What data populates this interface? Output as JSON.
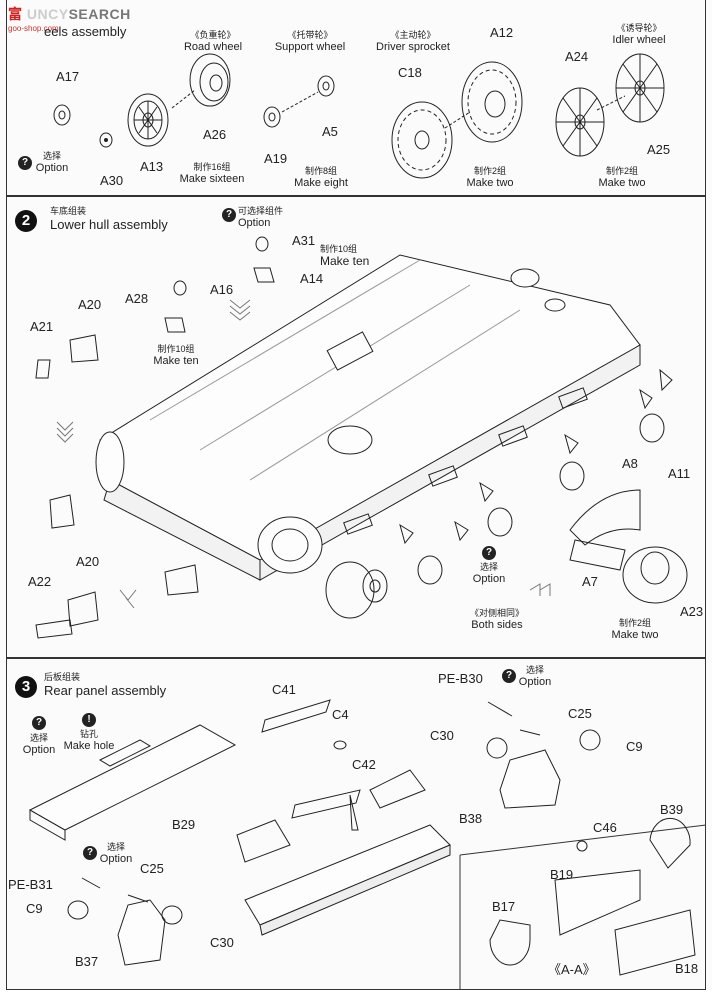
{
  "watermark": {
    "left": "富",
    "mid": "UNCY",
    "search": "SEARCH",
    "sub": "goo-shop.com"
  },
  "step1": {
    "title_suffix": "eels assembly",
    "road_wheel": {
      "cn": "《负重轮》",
      "en": "Road wheel"
    },
    "support_wheel": {
      "cn": "《托带轮》",
      "en": "Support wheel"
    },
    "driver_sprocket": {
      "cn": "《主动轮》",
      "en": "Driver sprocket"
    },
    "idler_wheel": {
      "cn": "《诱导轮》",
      "en": "Idler wheel"
    },
    "option": {
      "cn": "选择",
      "en": "Option"
    },
    "make_sixteen": {
      "cn": "制作16组",
      "en": "Make sixteen"
    },
    "make_eight": {
      "cn": "制作8组",
      "en": "Make eight"
    },
    "make_two_a": {
      "cn": "制作2组",
      "en": "Make two"
    },
    "make_two_b": {
      "cn": "制作2组",
      "en": "Make two"
    },
    "parts": {
      "A17": "A17",
      "A30": "A30",
      "A13": "A13",
      "A26": "A26",
      "A19": "A19",
      "A5": "A5",
      "C18": "C18",
      "A12": "A12",
      "A24": "A24",
      "A25": "A25"
    }
  },
  "step2": {
    "number": "2",
    "title_cn": "车底组装",
    "title_en": "Lower hull assembly",
    "optional": {
      "cn": "可选择组件",
      "en": "Option"
    },
    "make_ten_a": {
      "cn": "制作10组",
      "en": "Make ten"
    },
    "make_ten_b": {
      "cn": "制作10组",
      "en": "Make ten"
    },
    "option": {
      "cn": "选择",
      "en": "Option"
    },
    "both_sides": {
      "cn": "《对侧相同》",
      "en": "Both sides"
    },
    "make_two": {
      "cn": "制作2组",
      "en": "Make two"
    },
    "parts": {
      "A31": "A31",
      "A14": "A14",
      "A16": "A16",
      "A28": "A28",
      "A20": "A20",
      "A21": "A21",
      "A20b": "A20",
      "A22": "A22",
      "A8": "A8",
      "A11": "A11",
      "A7": "A7",
      "A23": "A23"
    }
  },
  "step3": {
    "number": "3",
    "title_cn": "后板组装",
    "title_en": "Rear panel assembly",
    "option_a": {
      "cn": "选择",
      "en": "Option"
    },
    "make_hole": {
      "cn": "钻孔",
      "en": "Make hole"
    },
    "option_b": {
      "cn": "选择",
      "en": "Option"
    },
    "option_c": {
      "cn": "选择",
      "en": "Option"
    },
    "section": "《A-A》",
    "parts": {
      "C41": "C41",
      "C4": "C4",
      "C42": "C42",
      "B29": "B29",
      "PE-B31": "PE-B31",
      "C25a": "C25",
      "C9a": "C9",
      "C30a": "C30",
      "B37": "B37",
      "PE-B30": "PE-B30",
      "C25b": "C25",
      "C30b": "C30",
      "C9b": "C9",
      "B38": "B38",
      "B39": "B39",
      "C46": "C46",
      "B19": "B19",
      "B17": "B17",
      "B18": "B18"
    }
  },
  "colors": {
    "ink": "#222222",
    "frame": "#333333",
    "watermark_red": "#d02020"
  }
}
